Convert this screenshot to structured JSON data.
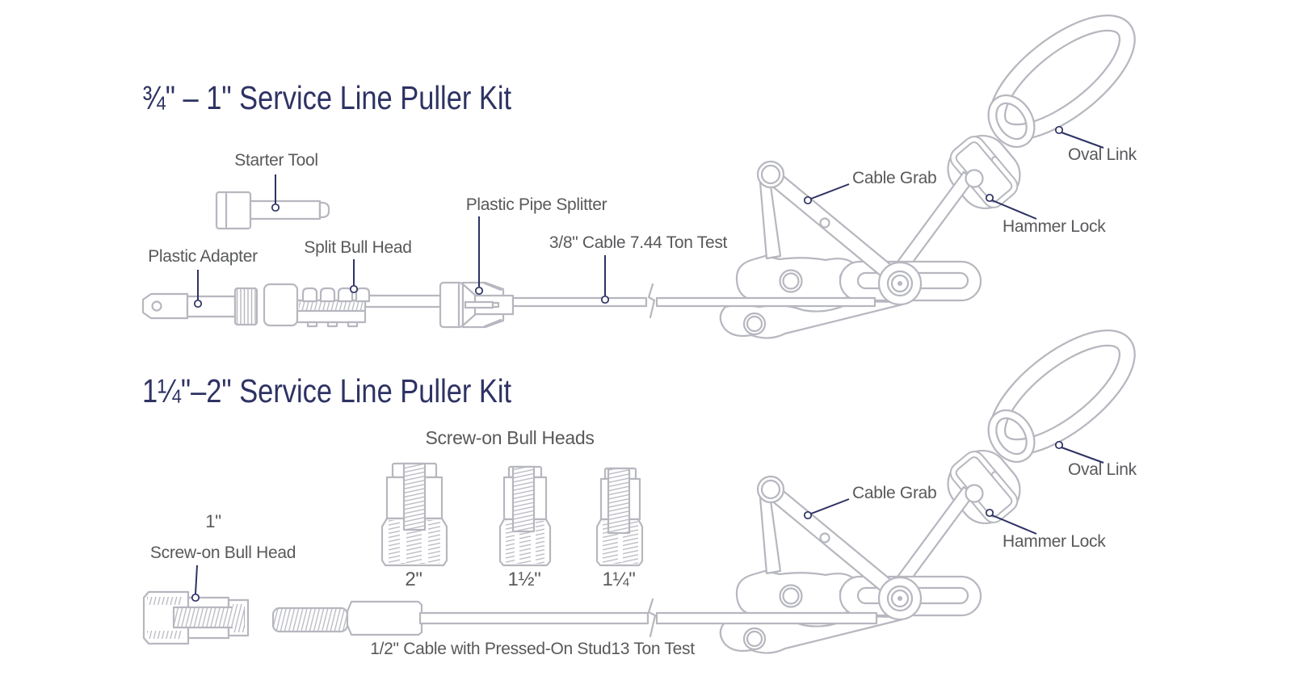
{
  "colors": {
    "line_art": "#b6b7bf",
    "label": "#58595b",
    "leader": "#2e3263",
    "title": "#2e3263"
  },
  "kits": [
    {
      "title": "¾\" – 1\" Service Line Puller Kit",
      "components": {
        "starter_tool": "Starter Tool",
        "plastic_adapter": "Plastic Adapter",
        "split_bull_head": "Split Bull Head",
        "plastic_pipe_splitter": "Plastic Pipe Splitter",
        "cable": "3/8\" Cable 7.44 Ton Test",
        "cable_grab": "Cable Grab",
        "oval_link": "Oval Link",
        "hammer_lock": "Hammer Lock"
      }
    },
    {
      "title": "1¼\"–2\" Service Line Puller Kit",
      "components": {
        "screw_on_bull_heads_title": "Screw-on Bull Heads",
        "bull_head_sizes": [
          "2\"",
          "1½\"",
          "1¼\""
        ],
        "bull_head_1in_size": "1\"",
        "bull_head_1in": "Screw-on Bull Head",
        "cable": "1/2\" Cable with Pressed-On Stud13 Ton Test",
        "cable_grab": "Cable Grab",
        "oval_link": "Oval Link",
        "hammer_lock": "Hammer Lock"
      }
    }
  ]
}
